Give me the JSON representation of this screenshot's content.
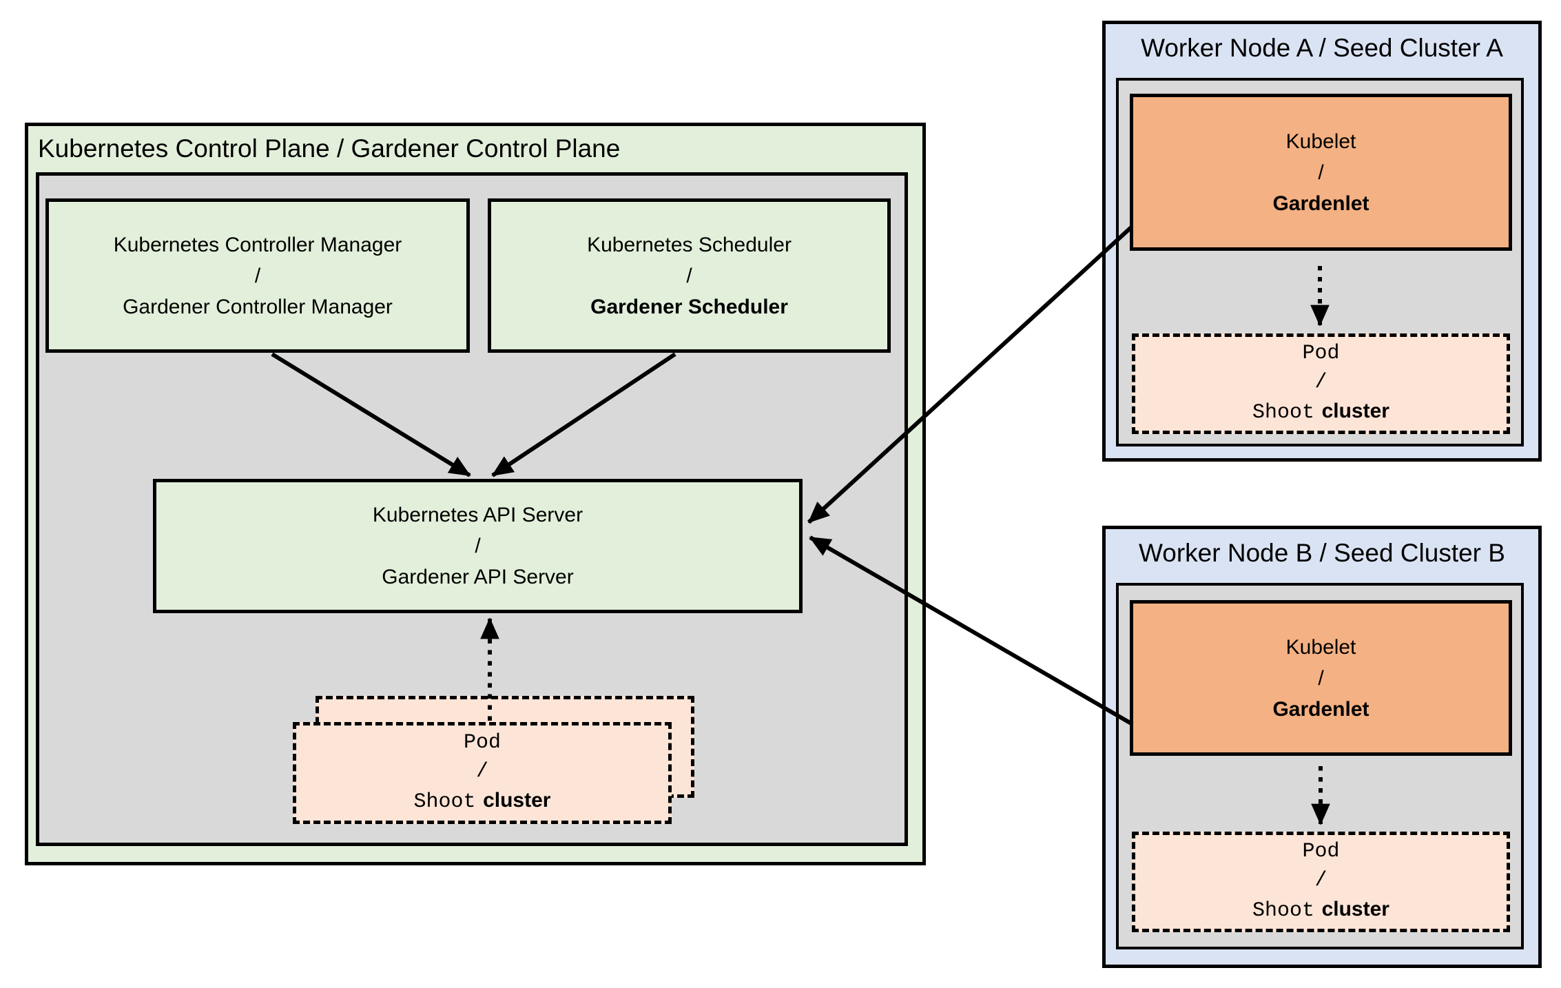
{
  "diagram": {
    "control_plane": {
      "title": "Kubernetes Control Plane / Gardener Control Plane",
      "controller_manager": {
        "kubernetes": "Kubernetes Controller Manager",
        "separator": "/",
        "gardener": "Gardener Controller Manager"
      },
      "scheduler": {
        "kubernetes": "Kubernetes Scheduler",
        "separator": "/",
        "gardener": "Gardener Scheduler"
      },
      "api_server": {
        "kubernetes": "Kubernetes API Server",
        "separator": "/",
        "gardener": "Gardener API Server"
      },
      "pod_stack": {
        "pod": "Pod",
        "separator": "/",
        "shoot": "Shoot",
        "cluster": "cluster"
      }
    },
    "worker_node_a": {
      "title": "Worker Node A / Seed Cluster A",
      "kubelet": {
        "kubernetes": "Kubelet",
        "separator": "/",
        "gardener": "Gardenlet"
      },
      "pod": {
        "pod": "Pod",
        "separator": "/",
        "shoot": "Shoot",
        "cluster": "cluster"
      }
    },
    "worker_node_b": {
      "title": "Worker Node B / Seed Cluster B",
      "kubelet": {
        "kubernetes": "Kubelet",
        "separator": "/",
        "gardener": "Gardenlet"
      },
      "pod": {
        "pod": "Pod",
        "separator": "/",
        "shoot": "Shoot",
        "cluster": "cluster"
      }
    },
    "colors": {
      "control_plane_fill": "#e2efda",
      "inner_panel_fill": "#d9d9d9",
      "worker_node_fill": "#dae3f3",
      "kubelet_fill": "#f4b183",
      "pod_fill": "#fce4d6",
      "line": "#000000"
    }
  }
}
